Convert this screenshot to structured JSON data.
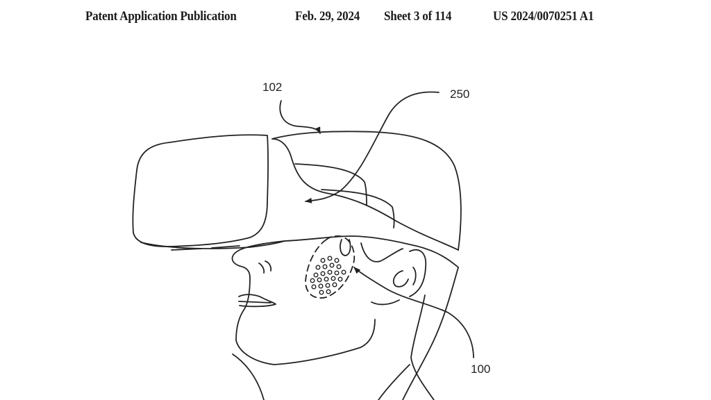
{
  "header": {
    "publication_type": "Patent Application Publication",
    "date": "Feb. 29, 2024",
    "sheet": "Sheet 3 of 114",
    "publication_number": "US 2024/0070251 A1"
  },
  "figure": {
    "description": "Line drawing of a person wearing a head-mounted display (VR headset) with a dotted sensor region on the cheek",
    "reference_labels": {
      "headset": "102",
      "sensor_assembly": "250",
      "user": "100"
    }
  }
}
